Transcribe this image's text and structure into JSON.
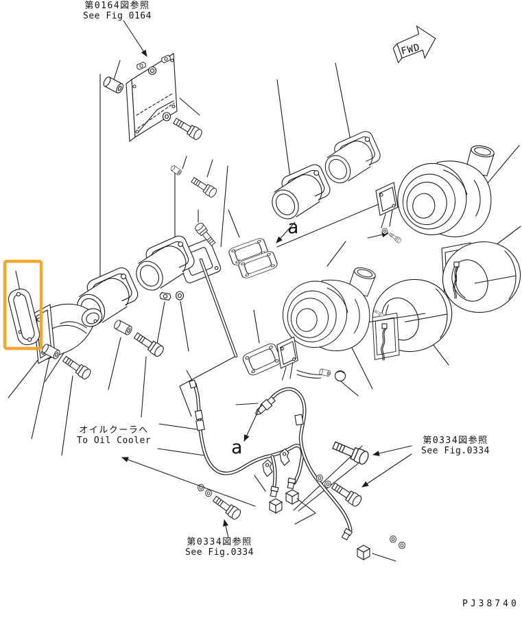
{
  "meta": {
    "document_type": "exploded-parts-diagram",
    "background_color": "#ffffff",
    "line_color": "#1a1a1a",
    "highlight_color": "#f5a62a"
  },
  "labels": {
    "see_fig_0164": {
      "jp": "第0164図参照",
      "en": "See Fig 0164"
    },
    "fwd": "FWD",
    "to_oil_cooler": {
      "jp": "オイルクーラへ",
      "en": "To Oil Cooler"
    },
    "see_fig_0334_right": {
      "jp": "第0334図参照",
      "en": "See Fig.0334"
    },
    "see_fig_0334_bottom": {
      "jp": "第0334図参照",
      "en": "See Fig.0334"
    },
    "section_marker_upper": "a",
    "section_marker_lower": "a",
    "drawing_number": "PJ38740"
  },
  "parts": [
    {
      "id": "mounting-plate",
      "label": "mounting plate"
    },
    {
      "id": "plate-spacer",
      "label": "spacer"
    },
    {
      "id": "plate-washer",
      "label": "washer"
    },
    {
      "id": "plate-bolt",
      "label": "bolt"
    },
    {
      "id": "exhaust-connector-1",
      "label": "exhaust connector"
    },
    {
      "id": "exhaust-connector-2",
      "label": "exhaust connector"
    },
    {
      "id": "exhaust-connector-3",
      "label": "exhaust connector"
    },
    {
      "id": "exhaust-connector-4",
      "label": "exhaust connector"
    },
    {
      "id": "connector-outlet-flange",
      "label": "outlet flange"
    },
    {
      "id": "flange-gasket-upper-1",
      "label": "gasket"
    },
    {
      "id": "flange-gasket-upper-2",
      "label": "gasket"
    },
    {
      "id": "flange-gasket-lower",
      "label": "gasket"
    },
    {
      "id": "turbocharger-right",
      "label": "turbocharger"
    },
    {
      "id": "turbocharger-center",
      "label": "turbocharger"
    },
    {
      "id": "turbo-mount-flange-right",
      "label": "mounting flange"
    },
    {
      "id": "turbo-mount-flange-center",
      "label": "mounting flange"
    },
    {
      "id": "heat-shield-right",
      "label": "heat shield cover"
    },
    {
      "id": "heat-shield-center",
      "label": "heat shield cover"
    },
    {
      "id": "lock-wire-right",
      "label": "lock wire"
    },
    {
      "id": "lock-wire-center",
      "label": "lock wire"
    },
    {
      "id": "exhaust-elbow",
      "label": "exhaust elbow"
    },
    {
      "id": "elbow-gasket",
      "label": "gasket",
      "highlighted": true
    },
    {
      "id": "oil-tube-left",
      "label": "oil tube to cooler"
    },
    {
      "id": "oil-tube-right",
      "label": "oil tube"
    },
    {
      "id": "oil-pipe-straight",
      "label": "oil pipe"
    },
    {
      "id": "sensor-fitting",
      "label": "sensor fitting"
    },
    {
      "id": "tube-clamps",
      "label": "tube clamps"
    },
    {
      "id": "tube-caps",
      "label": "tube end caps"
    },
    {
      "id": "hardware",
      "label": "bolts, washers, nuts, spacers"
    }
  ]
}
